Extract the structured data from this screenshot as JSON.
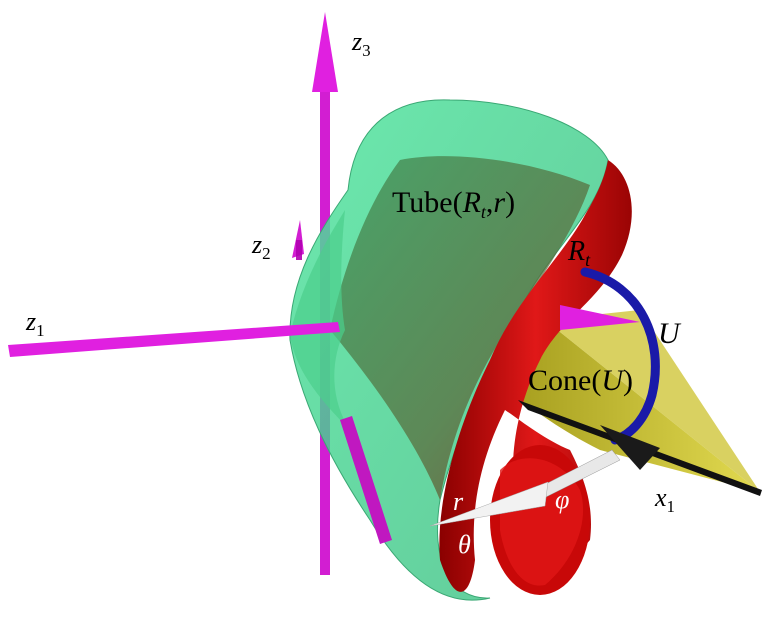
{
  "labels": {
    "z1": {
      "base": "z",
      "sub": "1"
    },
    "z2": {
      "base": "z",
      "sub": "2"
    },
    "z3": {
      "base": "z",
      "sub": "3"
    },
    "x1": {
      "base": "x",
      "sub": "1"
    },
    "tube": {
      "prefix": "Tube(",
      "R": "R",
      "R_sub": "t",
      "sep": ",",
      "r": "r",
      "suffix": ")"
    },
    "Rt": {
      "base": "R",
      "sub": "t"
    },
    "U": "U",
    "cone": {
      "prefix": "Cone(",
      "U": "U",
      "suffix": ")"
    },
    "r": "r",
    "theta": "θ",
    "phi": "φ"
  },
  "colors": {
    "axis_magenta": "#e020e0",
    "tube_green": "#3fd68c",
    "tube_dark": "#2f8a55",
    "surface_red": "#cc0a0a",
    "cone_yellow": "#d6cc3a",
    "arc_blue": "#1a1aa8",
    "black_axis": "#111111",
    "white_arrow": "#eeeeee"
  }
}
